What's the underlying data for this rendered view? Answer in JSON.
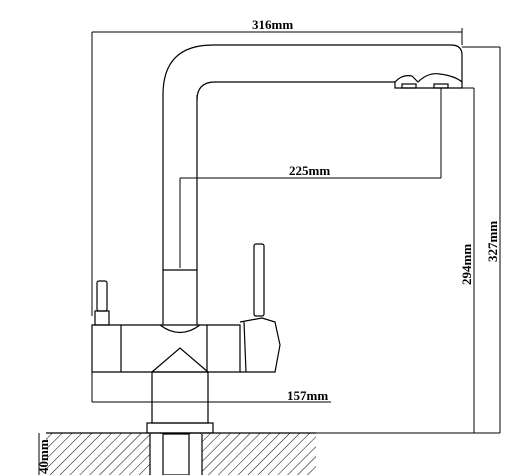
{
  "dimensions": {
    "overall_width": "316mm",
    "spout_reach": "225mm",
    "body_offset": "157mm",
    "spout_height": "294mm",
    "overall_height": "327mm",
    "deck_thickness": "40mm"
  }
}
